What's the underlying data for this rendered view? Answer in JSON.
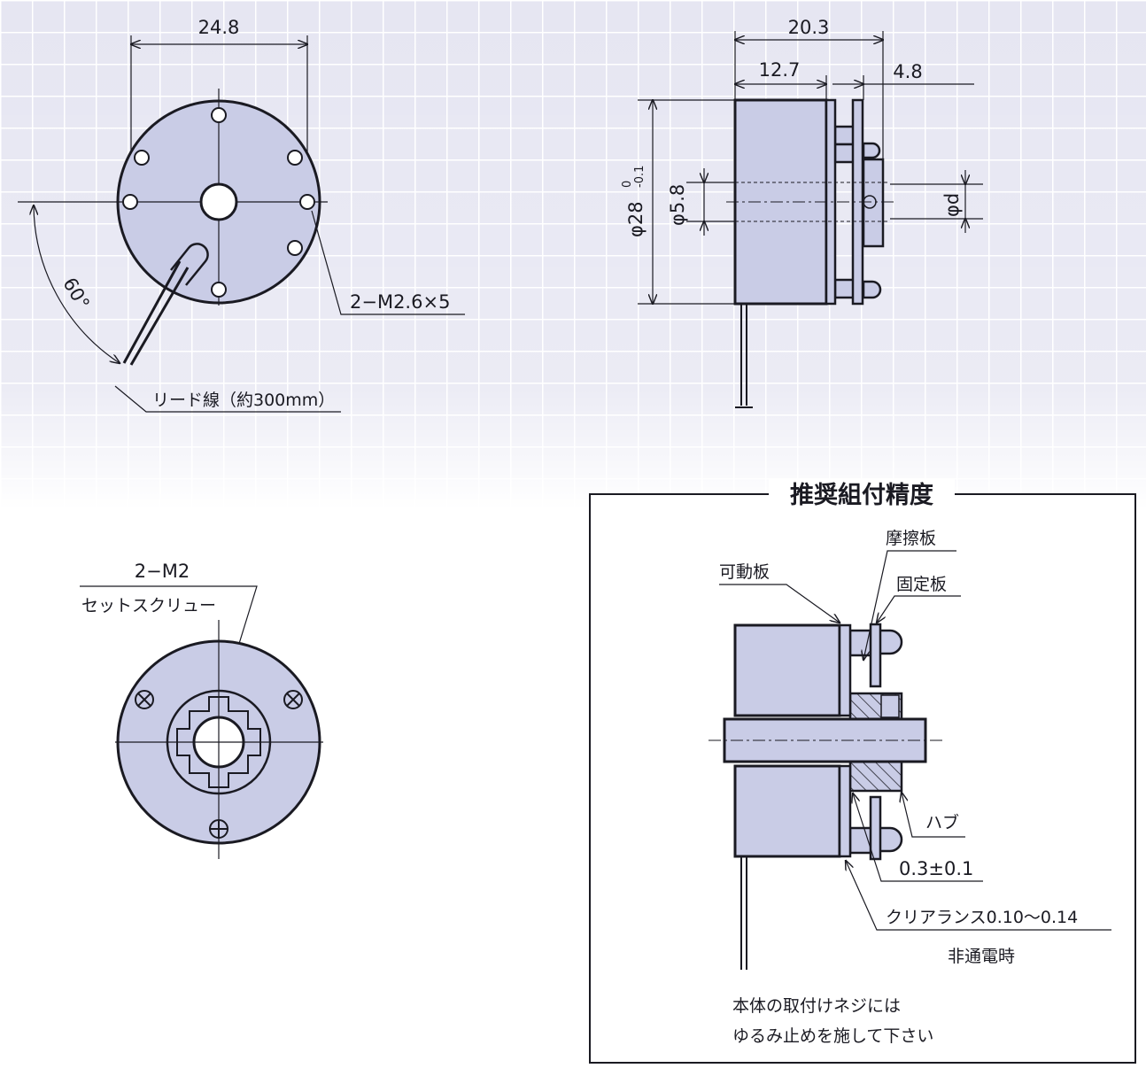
{
  "top_view": {
    "dim_width": "24.8",
    "angle": "60°",
    "mount_screws": "2−M2.6×5",
    "lead_wire": "リード線（約300mm）"
  },
  "side_view": {
    "dim_total": "20.3",
    "dim_body": "12.7",
    "dim_hub": "4.8",
    "dim_diameter": "φ28",
    "tol_upper": "0",
    "tol_lower": "-0.1",
    "dim_bore": "φ5.8",
    "dim_shaft": "φd"
  },
  "front_view": {
    "set_screw_spec": "2−M2",
    "set_screw_label": "セットスクリュー"
  },
  "assembly": {
    "title": "推奨組付精度",
    "friction_plate": "摩擦板",
    "movable_plate": "可動板",
    "fixed_plate": "固定板",
    "hub": "ハブ",
    "gap": "0.3±0.1",
    "clearance": "クリアランス0.10〜0.14",
    "clearance_note": "非通電時",
    "note_line1": "本体の取付けネジには",
    "note_line2": "ゆるみ止めを施して下さい"
  },
  "colors": {
    "body_fill": "#c9cce6",
    "grid_bg": "#e6e6f2"
  }
}
